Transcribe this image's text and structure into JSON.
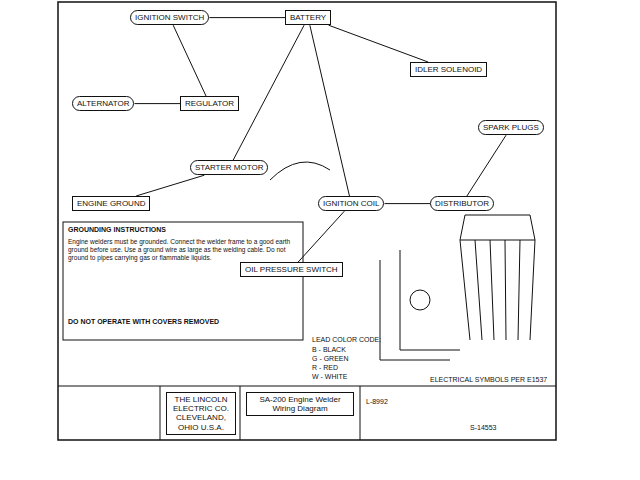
{
  "diagram": {
    "nodes": [
      {
        "text": [
          "IGNITION SWITCH"
        ]
      },
      {
        "text": [
          "BATTERY"
        ]
      },
      {
        "text": [
          "ALTERNATOR"
        ]
      },
      {
        "text": [
          "REGULATOR"
        ]
      },
      {
        "text": [
          "STARTER MOTOR"
        ]
      },
      {
        "text": [
          "OIL PRESSURE SWITCH"
        ]
      },
      {
        "text": [
          "IDLER SOLENOID"
        ]
      },
      {
        "text": [
          "DISTRIBUTOR"
        ]
      },
      {
        "text": [
          "SPARK PLUGS"
        ]
      },
      {
        "text": [
          "IGNITION COIL"
        ]
      },
      {
        "text": [
          "ENGINE GROUND"
        ]
      },
      {
        "text": [
          "THE LINCOLN ELECTRIC CO. CLEVELAND, OHIO U.S.A."
        ]
      },
      {
        "text": [
          "SA-200 Engine Welder Wiring Diagram"
        ]
      }
    ],
    "edges": [
      {
        "from": 0,
        "to": 1,
        "arrow": "none"
      },
      {
        "from": 0,
        "to": 3,
        "arrow": "none"
      },
      {
        "from": 2,
        "to": 3,
        "arrow": "none"
      },
      {
        "from": 1,
        "to": 4,
        "arrow": "none"
      },
      {
        "from": 1,
        "to": 9,
        "arrow": "none"
      },
      {
        "from": 9,
        "to": 7,
        "arrow": "none"
      },
      {
        "from": 7,
        "to": 8,
        "arrow": "none"
      },
      {
        "from": 1,
        "to": 6,
        "arrow": "none"
      },
      {
        "from": 5,
        "to": 9,
        "arrow": "none"
      },
      {
        "from": 4,
        "to": 10,
        "arrow": "none"
      }
    ],
    "labels": [
      "GROUNDING INSTRUCTIONS",
      "Engine welders must be grounded. Connect the welder frame to a good earth ground before use. Use a ground wire as large as the welding cable. Do not ground to pipes carrying gas or flammable liquids.",
      "DO NOT OPERATE WITH COVERS REMOVED",
      "LEAD COLOR CODE:",
      "B - BLACK",
      "G - GREEN",
      "R - RED",
      "W - WHITE",
      "ELECTRICAL SYMBOLS PER E1537",
      "L-8992",
      "S-14553"
    ]
  }
}
